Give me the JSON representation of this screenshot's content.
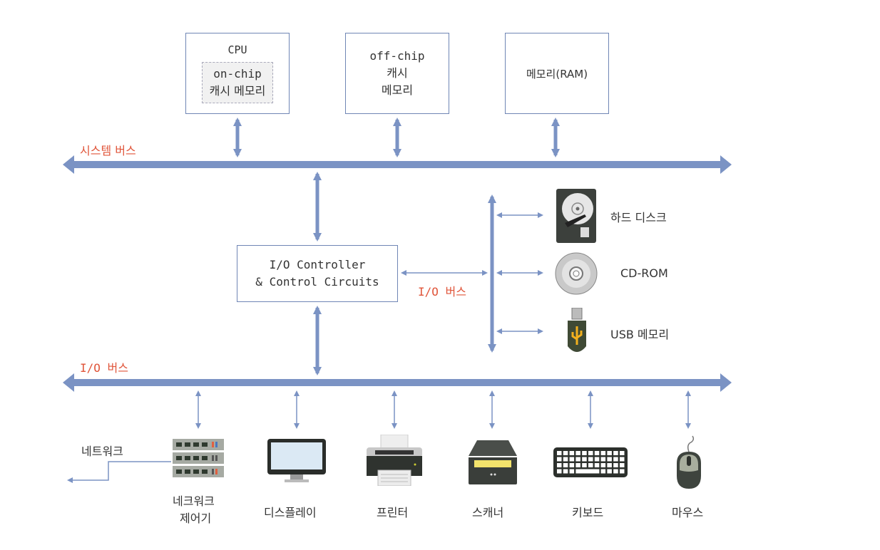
{
  "top_boxes": {
    "cpu": {
      "title": "CPU",
      "inner_line1": "on-chip",
      "inner_line2": "캐시 메모리"
    },
    "offchip": {
      "line1": "off-chip",
      "line2": "캐시",
      "line3": "메모리"
    },
    "ram": {
      "label": "메모리(RAM)"
    }
  },
  "buses": {
    "system_bus": "시스템 버스",
    "io_bus_side": "I/O 버스",
    "io_bus_main": "I/O 버스"
  },
  "controller": {
    "line1": "I/O Controller",
    "line2": "& Control Circuits"
  },
  "storage_devices": [
    {
      "label": "하드 디스크",
      "icon": "hard-disk-icon"
    },
    {
      "label": "CD-ROM",
      "icon": "cd-rom-icon"
    },
    {
      "label": "USB 메모리",
      "icon": "usb-memory-icon"
    }
  ],
  "network_label": "네트워크",
  "peripherals": [
    {
      "label": "네크워크\n제어기",
      "line1": "네크워크",
      "line2": "제어기",
      "icon": "network-controller-icon"
    },
    {
      "label": "디스플레이",
      "icon": "display-icon"
    },
    {
      "label": "프린터",
      "icon": "printer-icon"
    },
    {
      "label": "스캐너",
      "icon": "scanner-icon"
    },
    {
      "label": "키보드",
      "icon": "keyboard-icon"
    },
    {
      "label": "마우스",
      "icon": "mouse-icon"
    }
  ],
  "colors": {
    "bus": "#7b93c4",
    "accent_label": "#e0553a",
    "box_border": "#6f86b5"
  }
}
